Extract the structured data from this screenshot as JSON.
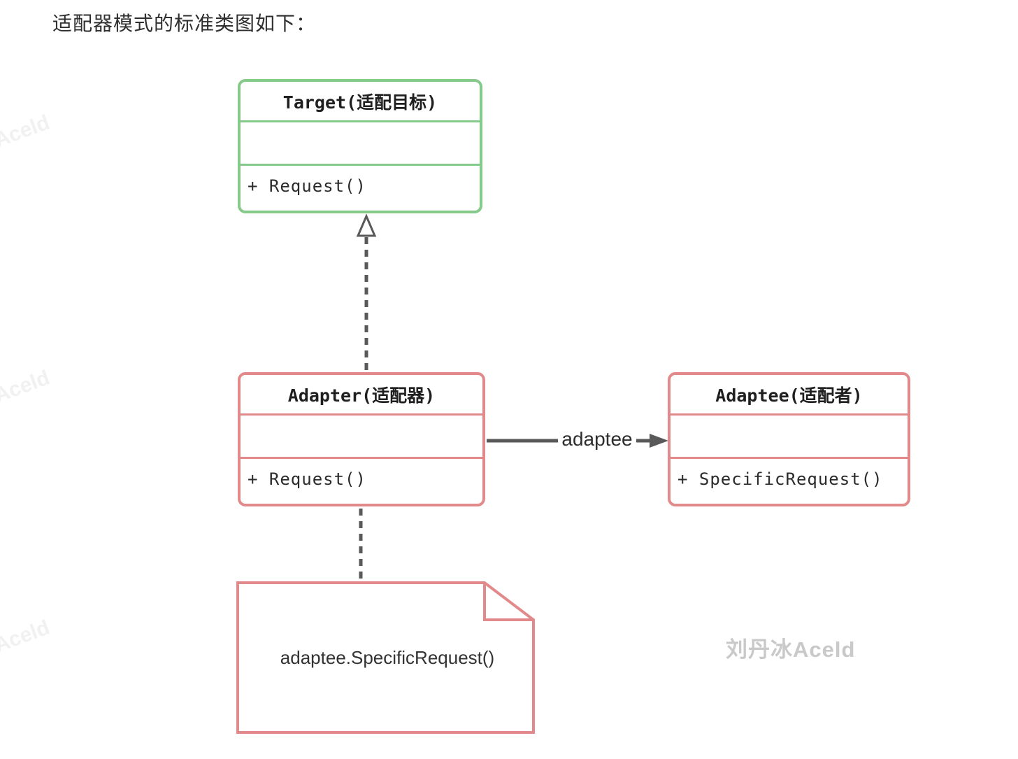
{
  "title": "适配器模式的标准类图如下：",
  "colors": {
    "green": "#85c98b",
    "pink": "#e2898b",
    "line": "#595959",
    "text": "#2e2e2e",
    "wm-main": "#c9c9c9",
    "wm-faint": "#f1f1f1"
  },
  "classes": {
    "target": {
      "name": "Target(适配目标)",
      "attributes": "",
      "method": "+ Request()"
    },
    "adapter": {
      "name": "Adapter(适配器)",
      "attributes": "",
      "method": "+ Request()"
    },
    "adaptee": {
      "name": "Adaptee(适配者)",
      "attributes": "",
      "method": "+ SpecificRequest()"
    }
  },
  "relations": {
    "adapter_to_target": {
      "type": "realization-dashed-hollow-arrow",
      "label": ""
    },
    "adapter_to_adaptee": {
      "type": "association-solid-filled-arrow",
      "label": "adaptee"
    },
    "adapter_to_note": {
      "type": "note-anchor-dashed",
      "label": ""
    }
  },
  "note": {
    "text": "adaptee.SpecificRequest()"
  },
  "watermarks": {
    "main": "刘丹冰Aceld",
    "faint": "刘丹冰Aceld"
  }
}
